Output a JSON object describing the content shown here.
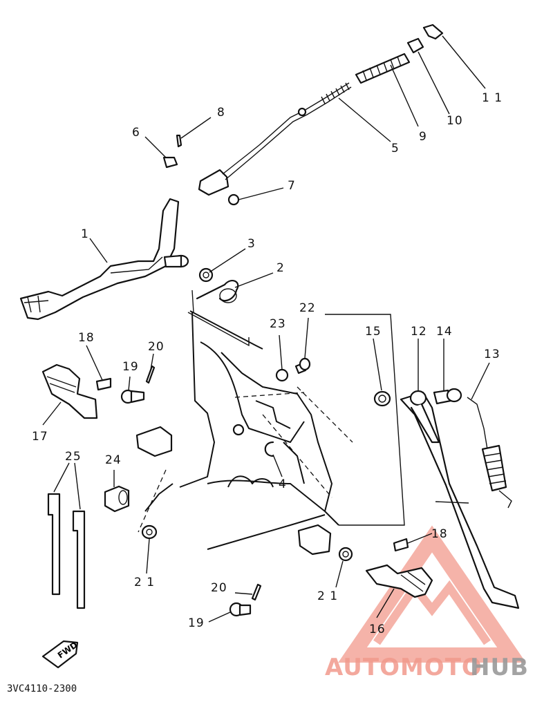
{
  "diagram_code": "3VC4110-2300",
  "fwd_label": "FWD",
  "watermark": {
    "part1": "AUTOMOTO",
    "part2": "HUB",
    "color_primary": "#f19a8c",
    "color_secondary": "#9a9a9a"
  },
  "callouts": {
    "c1": "1",
    "c2": "2",
    "c3": "3",
    "c4": "4",
    "c5": "5",
    "c6": "6",
    "c7": "7",
    "c8": "8",
    "c9": "9",
    "c10": "10",
    "c11": "1 1",
    "c12": "12",
    "c13": "13",
    "c14": "14",
    "c15": "15",
    "c16": "16",
    "c17": "17",
    "c18a": "18",
    "c18b": "18",
    "c19a": "19",
    "c19b": "19",
    "c20a": "20",
    "c20b": "20",
    "c21a": "2 1",
    "c21b": "2 1",
    "c22": "22",
    "c23": "23",
    "c24": "24",
    "c25": "25"
  }
}
